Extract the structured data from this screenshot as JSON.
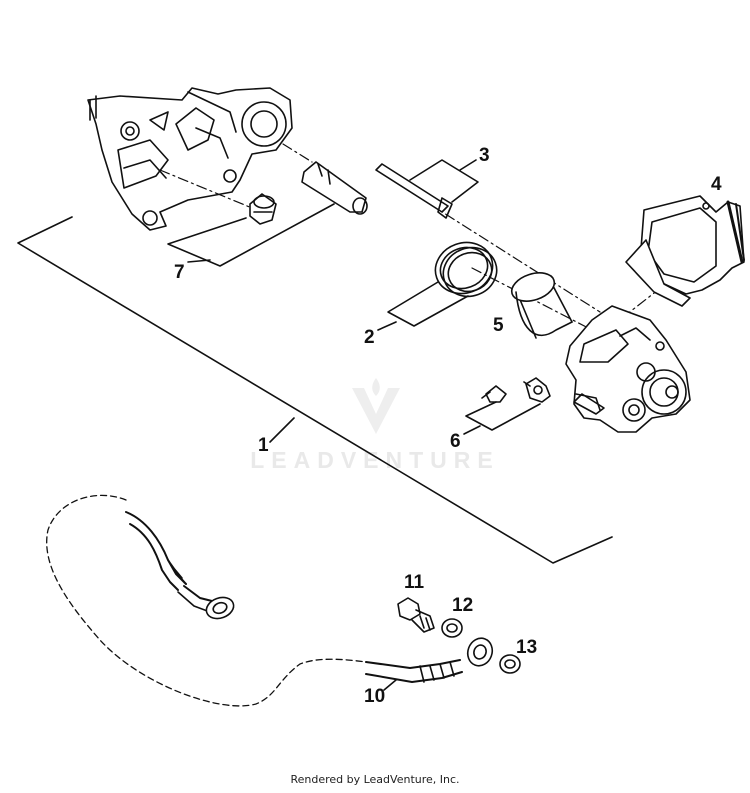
{
  "diagram": {
    "callouts": [
      "1",
      "2",
      "3",
      "4",
      "5",
      "6",
      "7",
      "10",
      "11",
      "12",
      "13"
    ],
    "watermark": "LEADVENTURE",
    "footer": "Rendered by LeadVenture, Inc."
  }
}
